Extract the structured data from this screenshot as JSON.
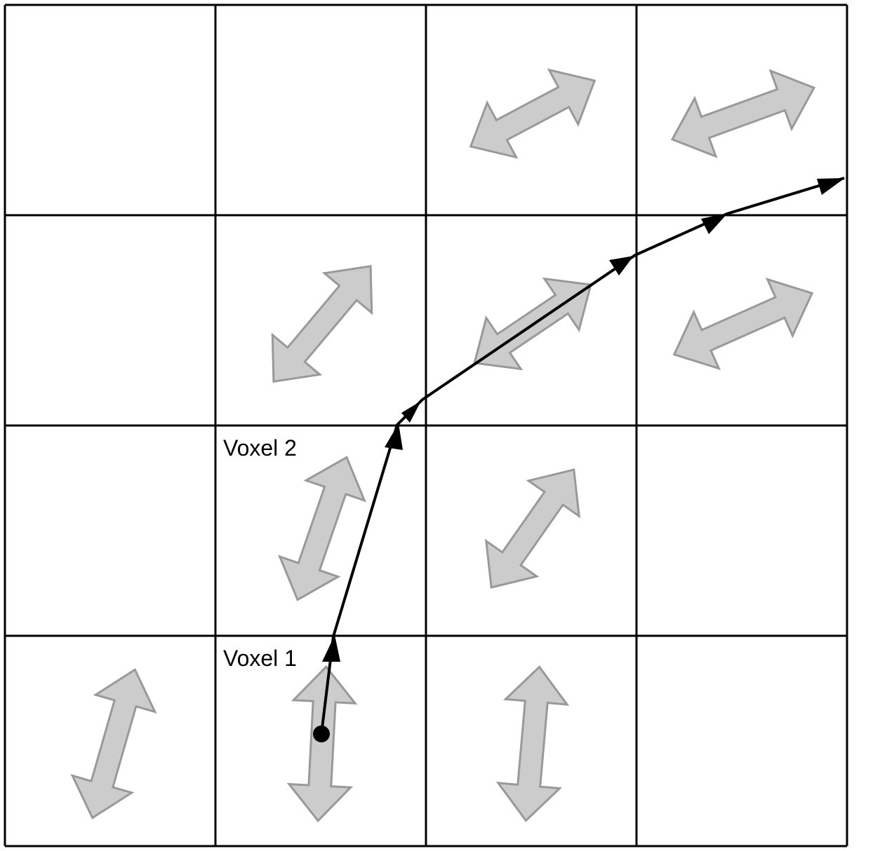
{
  "labels": {
    "voxel_1": "Voxel 1",
    "voxel_2": "Voxel 2"
  },
  "grid": {
    "rows": 4,
    "cols": 4
  },
  "colors": {
    "line": "#000000",
    "fiber_fill": "#cccccc",
    "fiber_stroke": "#999999"
  }
}
